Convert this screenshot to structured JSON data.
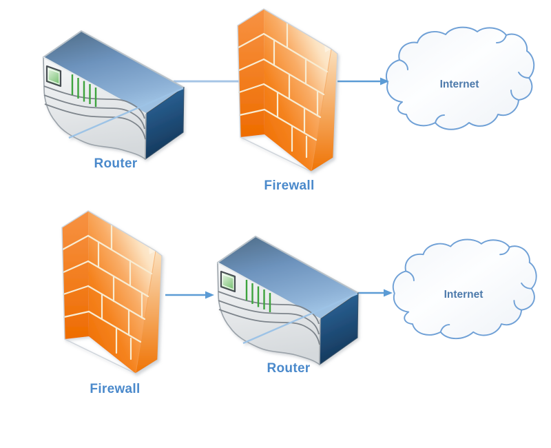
{
  "rows": [
    {
      "position": "top",
      "nodes": [
        {
          "type": "router",
          "label": "Router"
        },
        {
          "type": "firewall",
          "label": "Firewall"
        },
        {
          "type": "cloud",
          "label": "Internet"
        }
      ]
    },
    {
      "position": "bottom",
      "nodes": [
        {
          "type": "firewall",
          "label": "Firewall"
        },
        {
          "type": "router",
          "label": "Router"
        },
        {
          "type": "cloud",
          "label": "Internet"
        }
      ]
    }
  ],
  "colors": {
    "node_label": "#4a89cb",
    "cloud_label": "#4d7aab",
    "connector": "#5b9bd5",
    "connector_light": "#a6c5e6",
    "firewall_orange": "#f5831f",
    "router_top_blue": "#6d93bd",
    "router_side_blue": "#1d4a74",
    "led_green": "#3da33d",
    "cloud_outline": "#6fa0d6",
    "background": "#ffffff"
  }
}
